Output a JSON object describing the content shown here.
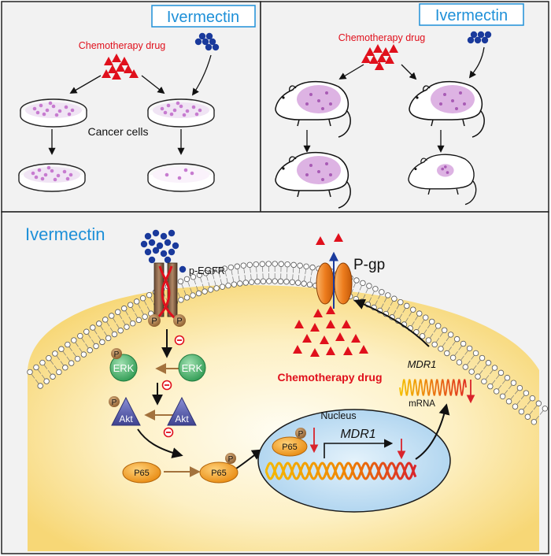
{
  "panel_top_left": {
    "title": "Ivermectin",
    "drug_label": "Chemotherapy drug",
    "cells_label": "Cancer cells"
  },
  "panel_top_right": {
    "title": "Ivermectin",
    "drug_label": "Chemotherapy drug"
  },
  "panel_bottom": {
    "title": "Ivermectin",
    "receptor_label": "p-EGFR",
    "pump_label": "P-gp",
    "drug_label": "Chemotherapy drug",
    "gene_label": "MDR1",
    "mrna_gene_label": "MDR1",
    "mrna_label": "mRNA",
    "nucleus_label": "Nucleus",
    "phospho_label": "P",
    "erk_label": "ERK",
    "akt_label": "Akt",
    "p65_label": "P65",
    "inhibit_symbol": "⊖"
  },
  "colors": {
    "title_blue": "#1e90d8",
    "drug_red": "#e0101c",
    "ivermectin_blue": "#1a3a9c",
    "cell_pink": "#c77bd0",
    "erk_green": "#3cae5e",
    "akt_purple": "#4b4f9e",
    "p65_orange": "#f29a1f",
    "phospho_brown": "#a3723d",
    "nucleus_blue": "#c9e4f6",
    "cytoplasm_yellow": "#fce9a8"
  }
}
